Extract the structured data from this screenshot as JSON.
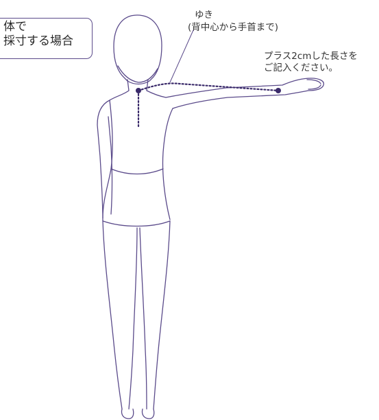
{
  "box_label": {
    "line1": "体で",
    "line2": "採寸する場合"
  },
  "annotations": {
    "yuki_title": "ゆき",
    "yuki_detail": "(背中心から手首まで)",
    "note_line1": "プラス2cmした長さを",
    "note_line2": "ご記入ください。"
  },
  "colors": {
    "outline": "#5a4a8a",
    "measure": "#3a2a6a",
    "box_border": "#5a4a8a"
  }
}
